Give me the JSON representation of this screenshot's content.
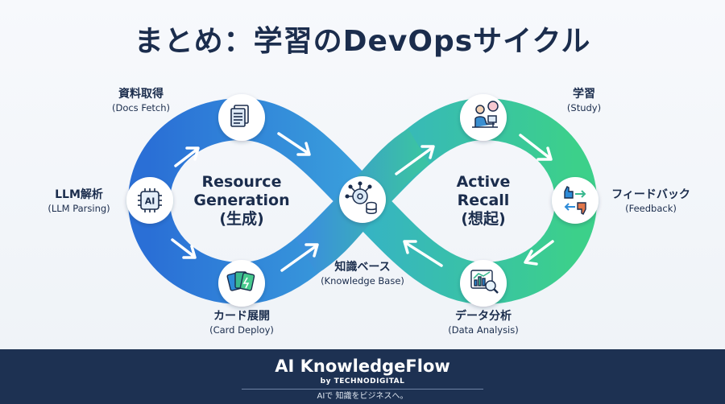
{
  "title": "まとめ：学習のDevOpsサイクル",
  "left_loop": {
    "line1": "Resource",
    "line2": "Generation",
    "line3": "(生成)"
  },
  "right_loop": {
    "line1": "Active",
    "line2": "Recall",
    "line3": "(想起)"
  },
  "nodes": {
    "docs_fetch": {
      "main": "資料取得",
      "sub": "(Docs Fetch)"
    },
    "llm_parsing": {
      "main": "LLM解析",
      "sub": "(LLM Parsing)"
    },
    "card_deploy": {
      "main": "カード展開",
      "sub": "(Card Deploy)"
    },
    "knowledge_base": {
      "main": "知識ベース",
      "sub": "(Knowledge Base)"
    },
    "study": {
      "main": "学習",
      "sub": "(Study)"
    },
    "feedback": {
      "main": "フィードバック",
      "sub": "(Feedback)"
    },
    "data_analysis": {
      "main": "データ分析",
      "sub": "(Data Analysis)"
    }
  },
  "ai_chip_text": "AI",
  "icons": {
    "docs_fetch": "documents-icon",
    "llm_parsing": "ai-chip-icon",
    "card_deploy": "cards-icon",
    "knowledge_base": "brain-database-icon",
    "study": "person-studying-icon",
    "feedback": "thumbs-up-down-icon",
    "data_analysis": "chart-magnifier-icon"
  },
  "colors": {
    "left_loop": "#2b7fd8",
    "right_loop": "#38c98a",
    "navy": "#1b2d4d"
  },
  "footer": {
    "brand": "AI KnowledgeFlow",
    "by": "by TECHNODIGITAL",
    "tagline": "AIで 知識をビジネスへ。"
  }
}
